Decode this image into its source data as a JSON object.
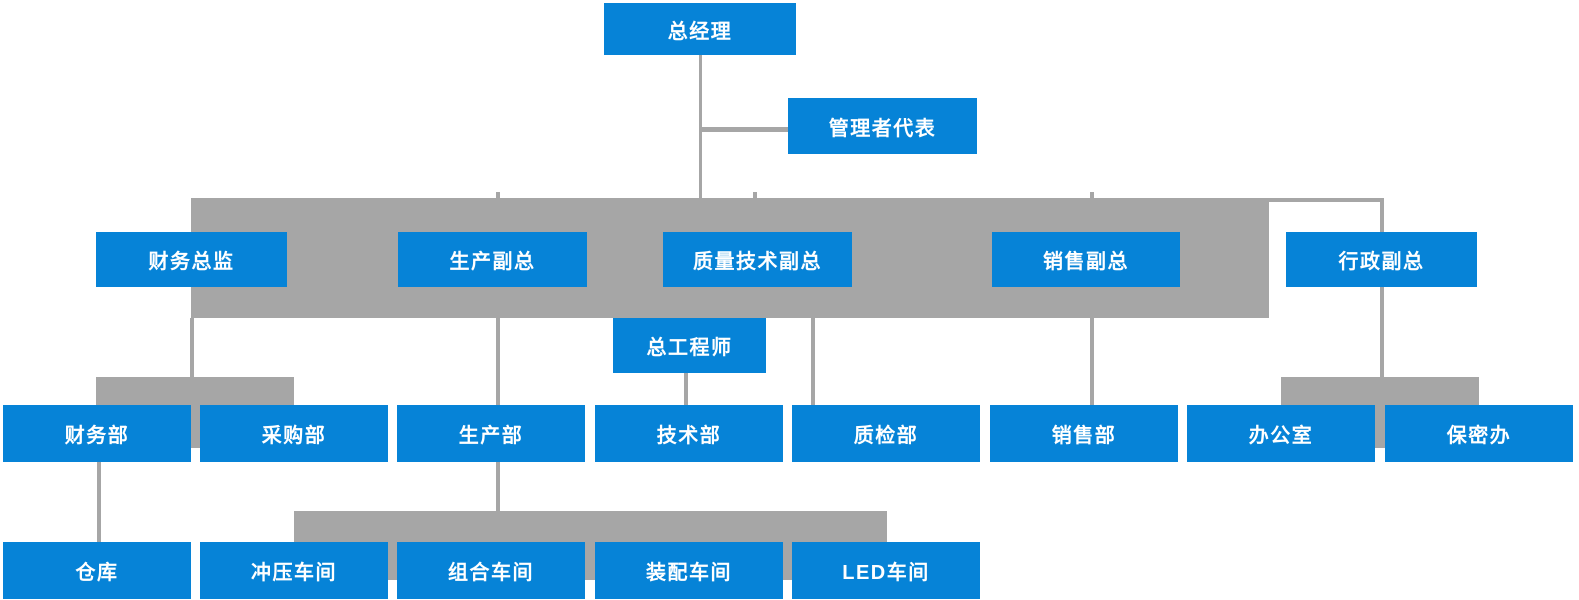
{
  "colors": {
    "node_blue": "#0683d7",
    "connector_gray": "#a6a6a6",
    "text_white": "#ffffff"
  },
  "nodes": {
    "general_manager": {
      "label": "总经理"
    },
    "management_rep": {
      "label": "管理者代表"
    },
    "level2": [
      {
        "label": "财务总监"
      },
      {
        "label": "生产副总"
      },
      {
        "label": "质量技术副总"
      },
      {
        "label": "销售副总"
      },
      {
        "label": "行政副总"
      }
    ],
    "chief_engineer": {
      "label": "总工程师"
    },
    "level3": [
      {
        "label": "财务部"
      },
      {
        "label": "采购部"
      },
      {
        "label": "生产部"
      },
      {
        "label": "技术部"
      },
      {
        "label": "质检部"
      },
      {
        "label": "销售部"
      },
      {
        "label": "办公室"
      },
      {
        "label": "保密办"
      }
    ],
    "level4": [
      {
        "label": "仓库"
      },
      {
        "label": "冲压车间"
      },
      {
        "label": "组合车间"
      },
      {
        "label": "装配车间"
      },
      {
        "label": "LED车间"
      }
    ]
  }
}
